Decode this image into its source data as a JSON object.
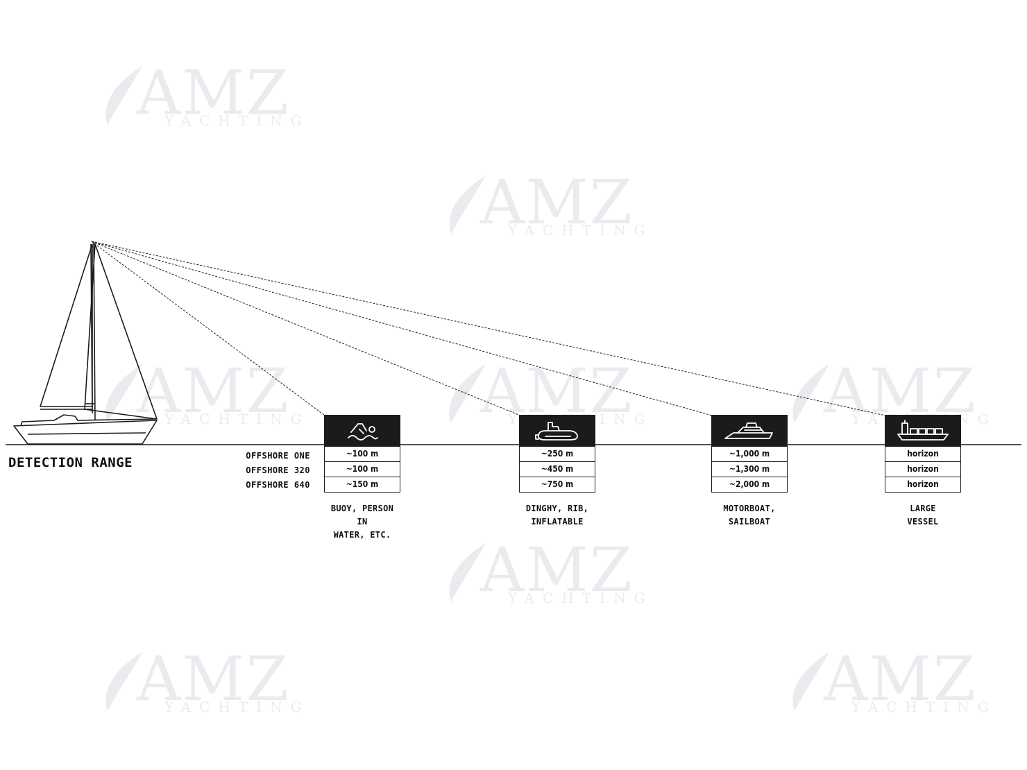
{
  "watermark": {
    "brand": "AMZ",
    "tagline": "YACHTING"
  },
  "heading": "DETECTION RANGE",
  "models": [
    "OFFSHORE ONE",
    "OFFSHORE 320",
    "OFFSHORE 640"
  ],
  "targets": [
    {
      "icon": "swimmer-icon",
      "ranges": [
        "~100 m",
        "~100 m",
        "~150 m"
      ],
      "caption": "BUOY, PERSON IN\nWATER, ETC."
    },
    {
      "icon": "inflatable-boat-icon",
      "ranges": [
        "~250 m",
        "~450 m",
        "~750 m"
      ],
      "caption": "DINGHY, RIB,\nINFLATABLE"
    },
    {
      "icon": "motorboat-icon",
      "ranges": [
        "~1,000 m",
        "~1,300 m",
        "~2,000 m"
      ],
      "caption": "MOTORBOAT,\nSAILBOAT"
    },
    {
      "icon": "cargo-ship-icon",
      "ranges": [
        "horizon",
        "horizon",
        "horizon"
      ],
      "caption": "LARGE\nVESSEL"
    }
  ],
  "colors": {
    "ink": "#1b1b1b",
    "background": "#ffffff",
    "watermark": "#3b4a63"
  }
}
